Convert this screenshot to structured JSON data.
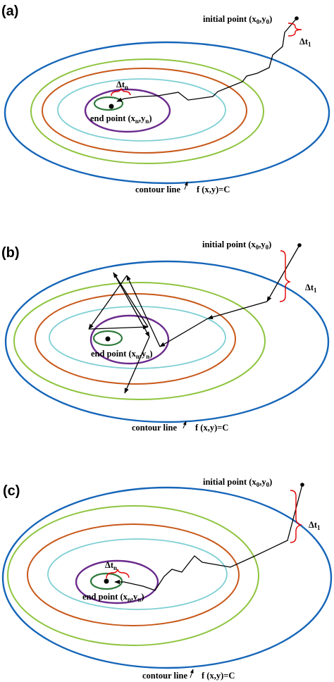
{
  "colors": {
    "contour_outer": "#1565b8",
    "contour_2": "#8ec43f",
    "contour_3": "#c8581a",
    "contour_4": "#7fcfd4",
    "contour_5": "#6a2a8c",
    "contour_inner": "#2e7a3c",
    "brace": "#e00000",
    "trajectory": "#000000"
  },
  "panels": [
    {
      "id": "a",
      "label": "(a)",
      "initial_label": [
        "initial point (x",
        "0",
        ",y",
        "0",
        ")"
      ],
      "dt1_label": [
        "Δt",
        "1"
      ],
      "dtn_label": [
        "Δt",
        "n"
      ],
      "end_label": [
        "end point (x",
        "n",
        ",y",
        "n",
        ")"
      ],
      "contour_label": "contour line",
      "function_label": "f (x,y)=C"
    },
    {
      "id": "b",
      "label": "(b)",
      "initial_label": [
        "initial point (x",
        "0",
        ",y",
        "0",
        ")"
      ],
      "dt1_label": [
        "Δt",
        "1"
      ],
      "end_label": [
        "end point (x",
        "n",
        ",y",
        "n",
        ")"
      ],
      "contour_label": "contour line",
      "function_label": "f (x,y)=C"
    },
    {
      "id": "c",
      "label": "(c)",
      "initial_label": [
        "initial point (x",
        "0",
        ",y",
        "0",
        ")"
      ],
      "dt1_label": [
        "Δt",
        "1"
      ],
      "dtn_label": [
        "Δt",
        "n"
      ],
      "end_label": [
        "end point (x",
        "n",
        ",y",
        "n",
        ")"
      ],
      "contour_label": "contour line",
      "function_label": "f (x,y)=C"
    }
  ]
}
